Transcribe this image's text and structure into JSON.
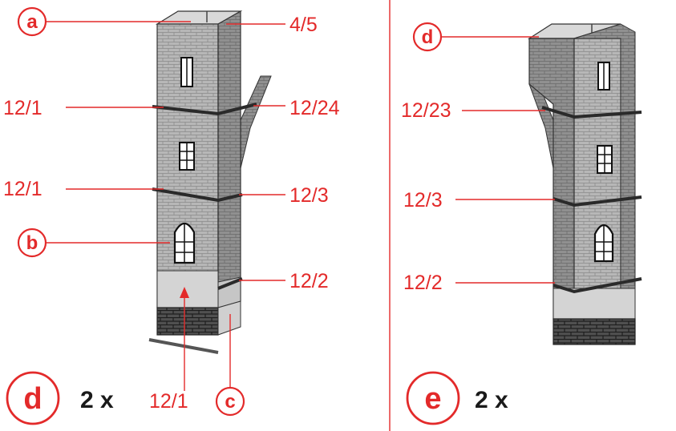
{
  "colors": {
    "accent": "#e32a2a",
    "text_dark": "#1a1a1a",
    "brick_light": "#b9b9b9",
    "brick_mid": "#8e8e8e",
    "brick_dark": "#3a3a3a"
  },
  "panel_d": {
    "step_letter": "d",
    "quantity": "2 x",
    "markers": {
      "a": "a",
      "b": "b",
      "c": "c"
    },
    "labels": {
      "top_right": "4/5",
      "left_upper": "12/1",
      "right_upper": "12/24",
      "left_middle": "12/1",
      "right_middle": "12/3",
      "right_lower": "12/2",
      "bottom": "12/1"
    }
  },
  "panel_e": {
    "step_letter": "e",
    "quantity": "2 x",
    "markers": {
      "d": "d"
    },
    "labels": {
      "left_upper": "12/23",
      "left_middle": "12/3",
      "left_lower": "12/2"
    }
  }
}
